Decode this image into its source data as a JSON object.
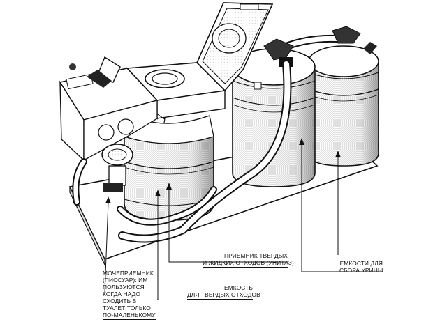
{
  "labels": {
    "urinal": [
      "МОЧЕПРИЕМНИК",
      "(ПИССУАР): ИМ",
      "ПОЛЬЗУЮТСЯ",
      "КОГДА НАДО",
      "СХОДИТЬ В",
      "ТУАЛЕТ ТОЛЬКО",
      "ПО-МАЛЕНЬКОМУ"
    ],
    "solid_container": [
      "ЕМКОСТЬ",
      "ДЛЯ ТВЕРДЫХ ОТХОДОВ"
    ],
    "toilet_receiver": [
      "ПРИЕМНИК ТВЕРДЫХ",
      "И ЖИДКИХ ОТХОДОВ (УНИТАЗ)"
    ],
    "urine_tanks": [
      "ЕМКОСТИ ДЛЯ",
      "СБОРА УРИНЫ"
    ]
  },
  "colors": {
    "ink": "#111111",
    "stipple": "#8a8a8a",
    "paper": "#ffffff"
  }
}
